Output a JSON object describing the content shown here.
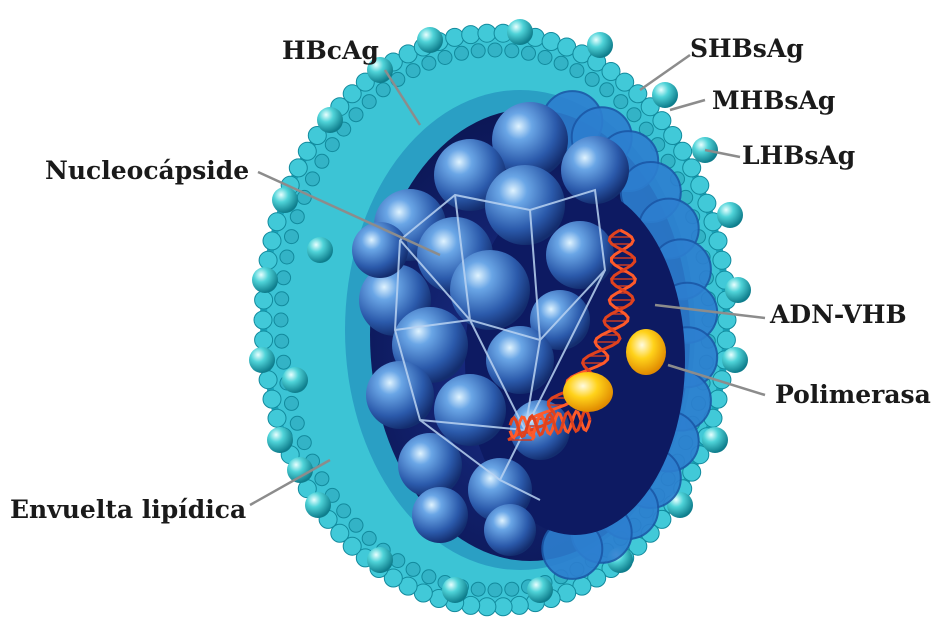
{
  "labels": {
    "hbcag": "HBcAg",
    "shbsag": "SHBsAg",
    "mhbsag": "MHBsAg",
    "lhbsag": "LHBsAg",
    "nucleocapside": "Nucleocápside",
    "adn_vhb": "ADN-VHB",
    "polimerasa": "Polimerasa",
    "envuelta": "Envuelta lipídica"
  },
  "colors": {
    "envelope": "#2bb6cc",
    "envelope_dark": "#16879b",
    "interior": "#0f1f6b",
    "capsomer": "#2f63b8",
    "dna": "#e0421e",
    "polymerase": "#ffd21a",
    "leader": "#8c8c8c"
  }
}
